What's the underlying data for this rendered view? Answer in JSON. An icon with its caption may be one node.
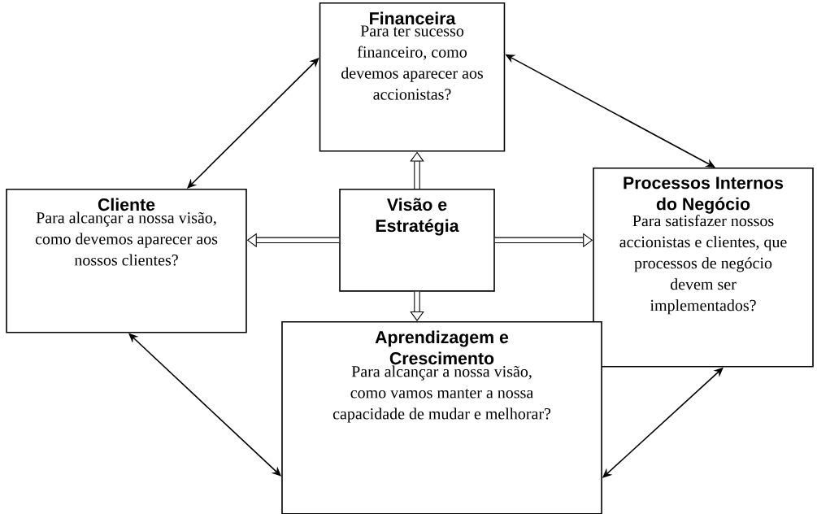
{
  "diagram": {
    "nodes": [
      {
        "text": [
          "Financeira",
          "Para ter sucesso financeiro, como devemos aparecer aos accionistas?"
        ]
      },
      {
        "text": [
          "Cliente",
          "Para alcançar a nossa visão, como devemos aparecer aos nossos clientes?"
        ]
      },
      {
        "text": [
          "Visão e Estratégia"
        ]
      },
      {
        "text": [
          "Processos Internos do Negócio",
          "Para satisfazer nossos accionistas e clientes, que processos de negócio devem ser implementados?"
        ]
      },
      {
        "text": [
          "Aprendizagem e Crescimento",
          "Para alcançar a nossa visão, como vamos manter a nossa capacidade de mudar e melhorar?"
        ]
      }
    ],
    "edges": [
      {
        "from": 2,
        "to": 0,
        "arrow": "to",
        "style": "thick"
      },
      {
        "from": 2,
        "to": 1,
        "arrow": "to",
        "style": "thick"
      },
      {
        "from": 2,
        "to": 3,
        "arrow": "to",
        "style": "thick"
      },
      {
        "from": 2,
        "to": 4,
        "arrow": "to",
        "style": "thick"
      },
      {
        "from": 1,
        "to": 0,
        "arrow": "both"
      },
      {
        "from": 0,
        "to": 3,
        "arrow": "both"
      },
      {
        "from": 1,
        "to": 4,
        "arrow": "both"
      },
      {
        "from": 4,
        "to": 3,
        "arrow": "both"
      }
    ]
  }
}
